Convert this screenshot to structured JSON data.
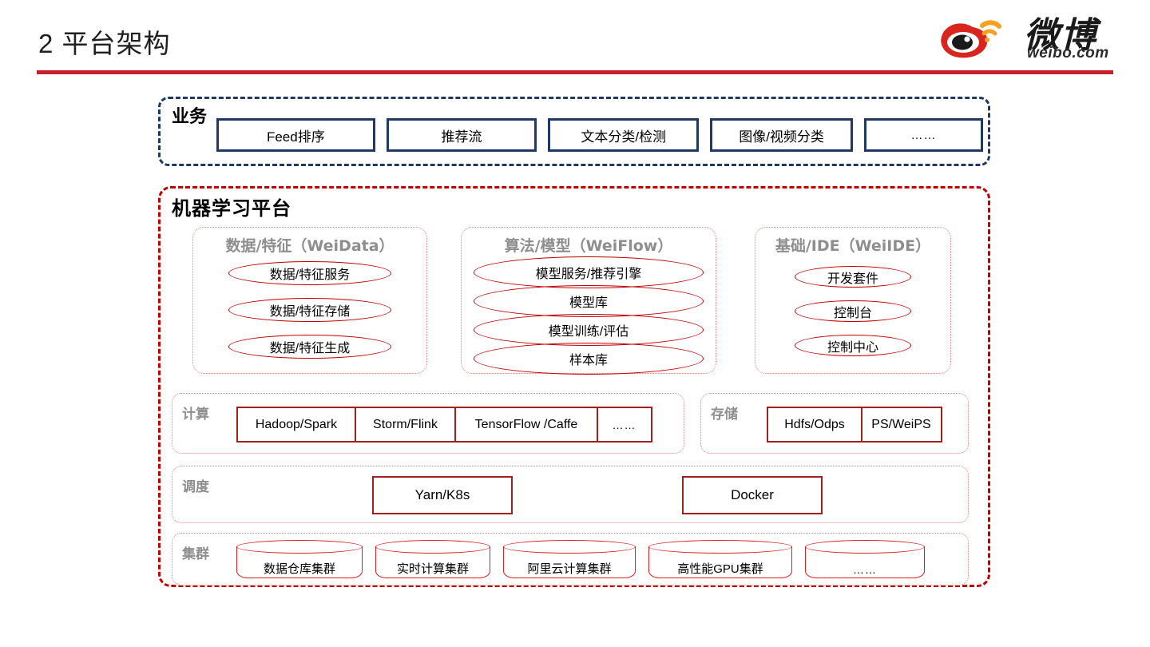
{
  "header": {
    "title": "2 平台架构",
    "logo": {
      "cn": "微博",
      "en": "weibo.com"
    }
  },
  "business": {
    "label": "业务",
    "items": [
      "Feed排序",
      "推荐流",
      "文本分类/检测",
      "图像/视频分类",
      "……"
    ]
  },
  "platform": {
    "title": "机器学习平台",
    "panels": [
      {
        "title": "数据/特征（WeiData）",
        "items": [
          "数据/特征服务",
          "数据/特征存储",
          "数据/特征生成"
        ]
      },
      {
        "title": "算法/模型（WeiFlow）",
        "items": [
          "模型服务/推荐引擎",
          "模型库",
          "模型训练/评估",
          "样本库"
        ]
      },
      {
        "title": "基础/IDE（WeiIDE）",
        "items": [
          "开发套件",
          "控制台",
          "控制中心"
        ]
      }
    ],
    "compute": {
      "label": "计算",
      "items": [
        "Hadoop/Spark",
        "Storm/Flink",
        "TensorFlow /Caffe",
        "……"
      ]
    },
    "storage": {
      "label": "存储",
      "items": [
        "Hdfs/Odps",
        "PS/WeiPS"
      ]
    },
    "schedule": {
      "label": "调度",
      "items": [
        "Yarn/K8s",
        "Docker"
      ]
    },
    "cluster": {
      "label": "集群",
      "items": [
        "数据仓库集群",
        "实时计算集群",
        "阿里云计算集群",
        "高性能GPU集群",
        "……"
      ]
    }
  },
  "colors": {
    "accent_red": "#c8202a",
    "platform_border": "#c00000",
    "business_border": "#1f3864",
    "panel_border": "#e08080",
    "chip_border": "#a41f1f",
    "muted_label": "#8e8e8e"
  }
}
